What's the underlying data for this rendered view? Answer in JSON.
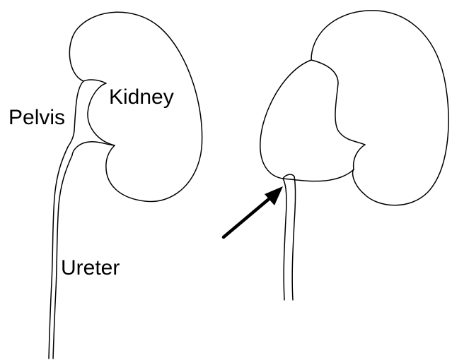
{
  "labels": {
    "kidney": "Kidney",
    "pelvis": "Pelvis",
    "ureter": "Ureter"
  },
  "colors": {
    "line": "#000000",
    "background": "#ffffff"
  }
}
